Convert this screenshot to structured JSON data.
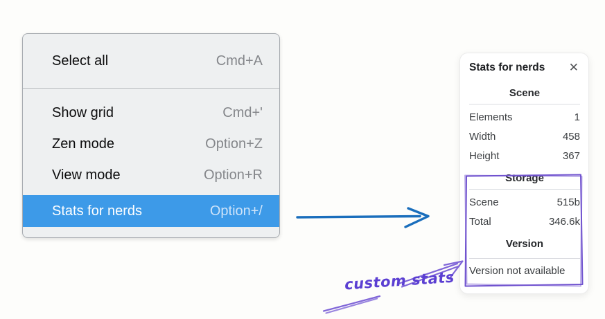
{
  "menu": {
    "items": [
      {
        "label": "Select all",
        "shortcut": "Cmd+A"
      },
      {
        "label": "Show grid",
        "shortcut": "Cmd+'"
      },
      {
        "label": "Zen mode",
        "shortcut": "Option+Z"
      },
      {
        "label": "View mode",
        "shortcut": "Option+R"
      },
      {
        "label": "Stats for nerds",
        "shortcut": "Option+/"
      }
    ],
    "highlighted_item": "Stats for nerds"
  },
  "stats_panel": {
    "title": "Stats for nerds",
    "close_icon": "✕",
    "sections": [
      {
        "heading": "Scene",
        "rows": [
          {
            "label": "Elements",
            "value": "1"
          },
          {
            "label": "Width",
            "value": "458"
          },
          {
            "label": "Height",
            "value": "367"
          }
        ]
      },
      {
        "heading": "Storage",
        "rows": [
          {
            "label": "Scene",
            "value": "515b"
          },
          {
            "label": "Total",
            "value": "346.6k"
          }
        ]
      },
      {
        "heading": "Version",
        "note": "Version not available"
      }
    ]
  },
  "annotations": {
    "custom_stats_label": "custom stats"
  },
  "colors": {
    "menu_highlight": "#3d9ae8",
    "blue_arrow": "#1a6ebc",
    "purple_annotation": "#7053cf"
  }
}
